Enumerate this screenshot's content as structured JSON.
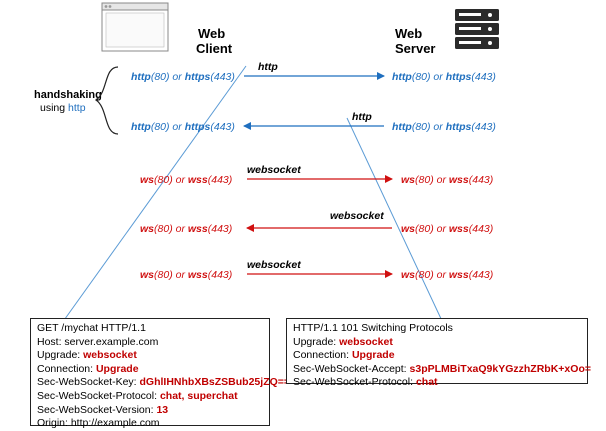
{
  "client": {
    "title_line1": "Web",
    "title_line2": "Client",
    "icon": "browser-window-icon"
  },
  "server": {
    "title_line1": "Web",
    "title_line2": "Server",
    "icon": "server-rack-icon"
  },
  "handshaking": {
    "line1": "handshaking",
    "line2_prefix": "using ",
    "line2_http": "http"
  },
  "messages": [
    {
      "proto": "http",
      "left": {
        "a": "http",
        "b": "(80)",
        "or": " or ",
        "c": "https",
        "d": "(443)"
      },
      "right": {
        "a": "http",
        "b": "(80)",
        "or": " or ",
        "c": "https",
        "d": "(443)"
      },
      "color": "#1f6fbf"
    },
    {
      "proto": "http",
      "left": {
        "a": "http",
        "b": "(80)",
        "or": " or ",
        "c": "https",
        "d": "(443)"
      },
      "right": {
        "a": "http",
        "b": "(80)",
        "or": " or ",
        "c": "https",
        "d": "(443)"
      },
      "color": "#1f6fbf"
    },
    {
      "proto": "websocket",
      "left": {
        "a": "ws",
        "b": "(80)",
        "or": " or ",
        "c": "wss",
        "d": "(443)"
      },
      "right": {
        "a": "ws",
        "b": "(80)",
        "or": " or ",
        "c": "wss",
        "d": "(443)"
      },
      "color": "#d01010"
    },
    {
      "proto": "websocket",
      "left": {
        "a": "ws",
        "b": "(80)",
        "or": " or ",
        "c": "wss",
        "d": "(443)"
      },
      "right": {
        "a": "ws",
        "b": "(80)",
        "or": " or ",
        "c": "wss",
        "d": "(443)"
      },
      "color": "#d01010"
    },
    {
      "proto": "websocket",
      "left": {
        "a": "ws",
        "b": "(80)",
        "or": " or ",
        "c": "wss",
        "d": "(443)"
      },
      "right": {
        "a": "ws",
        "b": "(80)",
        "or": " or ",
        "c": "wss",
        "d": "(443)"
      },
      "color": "#d01010"
    }
  ],
  "request": {
    "line1": "GET /mychat HTTP/1.1",
    "line2": "Host: server.example.com",
    "line3_key": "Upgrade: ",
    "line3_val": "websocket",
    "line4_key": "Connection: ",
    "line4_val": "Upgrade",
    "line5_key": "Sec-WebSocket-Key: ",
    "line5_val": "dGhlIHNhbXBsZSBub25jZQ==",
    "line6_key": "Sec-WebSocket-Protocol: ",
    "line6_val": "chat, superchat",
    "line7_key": "Sec-WebSocket-Version: ",
    "line7_val": "13",
    "line8": "Origin: http://example.com"
  },
  "response": {
    "line1": "HTTP/1.1 101 Switching Protocols",
    "line2_key": "Upgrade: ",
    "line2_val": "websocket",
    "line3_key": "Connection: ",
    "line3_val": "Upgrade",
    "line4_key": "Sec-WebSocket-Accept: ",
    "line4_val": "s3pPLMBiTxaQ9kYGzzhZRbK+xOo=",
    "line5_key": "Sec-WebSocket-Protocol: ",
    "line5_val": "chat"
  },
  "colors": {
    "http_blue": "#1f6fbf",
    "ws_red": "#d01010",
    "timeline": "#5b9bd5"
  }
}
